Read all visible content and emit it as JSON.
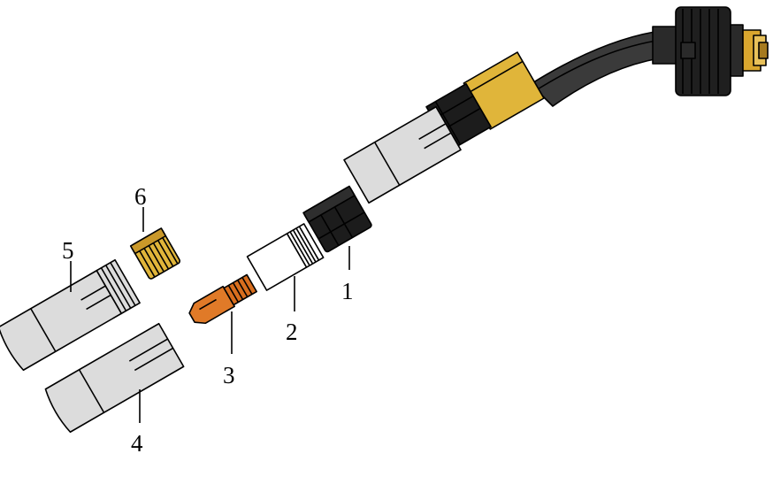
{
  "labels": {
    "p1": "1",
    "p2": "2",
    "p3": "3",
    "p4": "4",
    "p5": "5",
    "p6": "6"
  },
  "colors": {
    "nozzle_gray": "#dcdcdc",
    "insulator_black": "#1c1c1c",
    "contact_tip_copper": "#e07a28",
    "brass_ring": "#e0b53a",
    "cable_dark": "#3a3a3a",
    "diffuser_white": "#ffffff"
  }
}
